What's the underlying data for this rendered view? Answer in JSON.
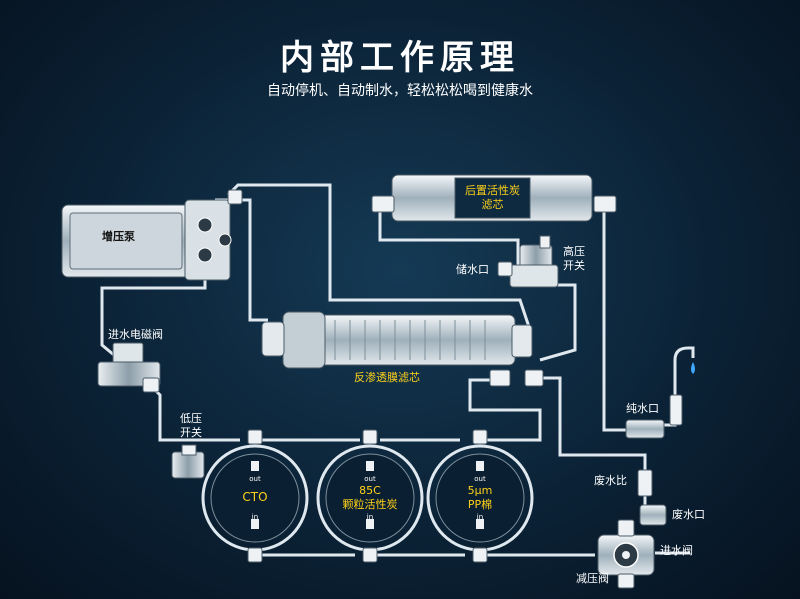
{
  "header": {
    "title": "内部工作原理",
    "subtitle": "自动停机、自动制水，轻松松松喝到健康水"
  },
  "components": {
    "pump": "增压泵",
    "post_carbon_line1": "后置活性炭",
    "post_carbon_line2": "滤芯",
    "high_pressure_line1": "高压",
    "high_pressure_line2": "开关",
    "tank_outlet": "储水口",
    "inlet_solenoid": "进水电磁阀",
    "ro_membrane": "反渗透膜滤芯",
    "low_pressure_line1": "低压",
    "low_pressure_line2": "开关",
    "pure_outlet": "纯水口",
    "waste_ratio": "废水比",
    "waste_outlet": "废水口",
    "inlet_valve": "进水阀",
    "reducing_valve": "减压阀"
  },
  "filters": [
    {
      "line1": "CTO",
      "line2": "",
      "port_out": "out",
      "port_in": "in"
    },
    {
      "line1": "85C",
      "line2": "颗粒活性炭",
      "port_out": "out",
      "port_in": "in"
    },
    {
      "line1": "5μm",
      "line2": "PP棉",
      "port_out": "out",
      "port_in": "in"
    }
  ],
  "colors": {
    "accent": "#ffd21a",
    "pipe": "#dfe8ee",
    "background": "#0b2236"
  }
}
